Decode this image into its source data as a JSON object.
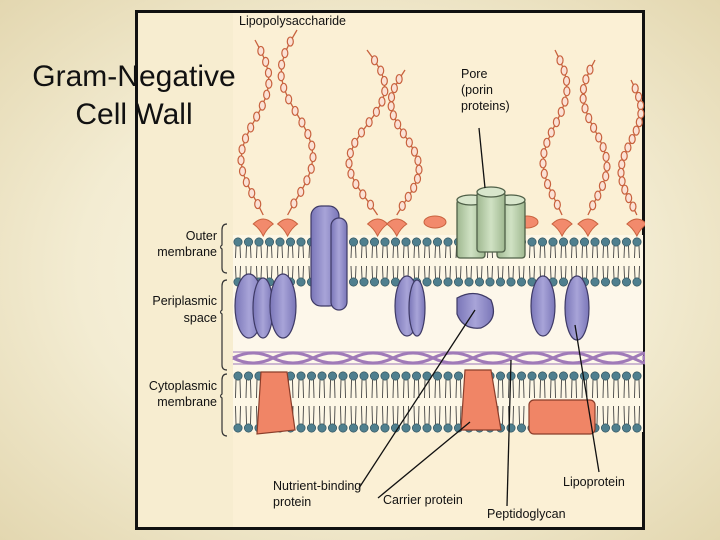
{
  "slide": {
    "title_line1": "Gram-Negative",
    "title_line2": "Cell Wall"
  },
  "diagram": {
    "labels": {
      "lipopolysaccharide": "Lipopolysaccharide",
      "pore_1": "Pore",
      "pore_2": "(porin",
      "pore_3": "proteins)",
      "outer_membrane_1": "Outer",
      "outer_membrane_2": "membrane",
      "periplasmic_1": "Periplasmic",
      "periplasmic_2": "space",
      "cytoplasmic_1": "Cytoplasmic",
      "cytoplasmic_2": "membrane",
      "nutrient_1": "Nutrient-binding",
      "nutrient_2": "protein",
      "carrier": "Carrier protein",
      "lipoprotein": "Lipoprotein",
      "peptidoglycan": "Peptidoglycan"
    },
    "colors": {
      "frame": "#111111",
      "panel": "#fbf0d5",
      "lps": "#c8623e",
      "lps_anchor": "#f28a6c",
      "lipid_head": "#4f7f8e",
      "lipid_tail": "#444444",
      "membrane_protein": "#8a86c4",
      "porin": "#b6cca8",
      "peptidoglycan": "#a07ab8",
      "carrier": "#f08566"
    }
  }
}
